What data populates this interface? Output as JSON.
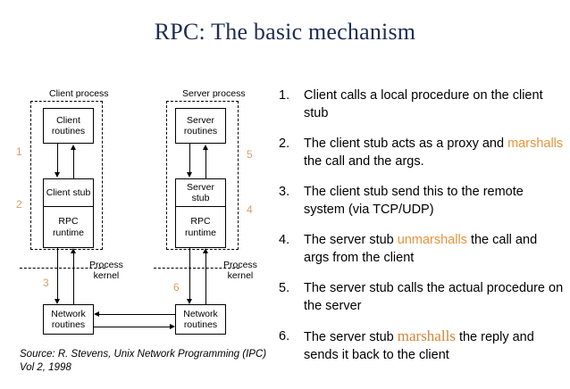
{
  "slide": {
    "title": "RPC: The basic mechanism",
    "title_color": "#1F2D52",
    "accent_color": "#E8943A",
    "step_number_color": "#D9A066",
    "background": "#FFFFFF"
  },
  "diagram": {
    "client_process_label": "Client process",
    "server_process_label": "Server process",
    "kernel_label_left": "Process\nkernel",
    "kernel_label_right": "Process\nkernel",
    "boxes": {
      "client_routines": "Client\nroutines",
      "client_stub": "Client stub",
      "client_rpc_runtime": "RPC\nruntime",
      "client_network_routines": "Network\nroutines",
      "server_routines": "Server\nroutines",
      "server_stub": "Server\nstub",
      "server_rpc_runtime": "RPC\nruntime",
      "server_network_routines": "Network\nroutines"
    },
    "step_numbers": {
      "n1": "1",
      "n2": "2",
      "n3": "3",
      "n4": "4",
      "n5": "5",
      "n6": "6"
    }
  },
  "steps": [
    {
      "number": "1.",
      "parts": [
        {
          "text": "Client calls a local procedure on the client stub",
          "style": "normal"
        }
      ]
    },
    {
      "number": "2.",
      "parts": [
        {
          "text": "The client stub acts as a proxy and ",
          "style": "normal"
        },
        {
          "text": "marshalls",
          "style": "highlight"
        },
        {
          "text": " the call and the args.",
          "style": "normal"
        }
      ]
    },
    {
      "number": "3.",
      "parts": [
        {
          "text": "The client stub send this to the remote system (via TCP/UDP)",
          "style": "normal"
        }
      ]
    },
    {
      "number": "4.",
      "parts": [
        {
          "text": "The server stub ",
          "style": "normal"
        },
        {
          "text": "unmarshalls",
          "style": "highlight"
        },
        {
          "text": " the call and args from the client",
          "style": "normal"
        }
      ]
    },
    {
      "number": "5.",
      "parts": [
        {
          "text": "The server stub calls the actual procedure on the server",
          "style": "normal"
        }
      ]
    },
    {
      "number": "6.",
      "parts": [
        {
          "text": "The server stub ",
          "style": "normal"
        },
        {
          "text": "marshalls",
          "style": "highlight-serif"
        },
        {
          "text": " the reply and sends it back to the client",
          "style": "normal"
        }
      ]
    }
  ],
  "source": "Source: R. Stevens, Unix Network Programming (IPC)\nVol 2,  1998"
}
